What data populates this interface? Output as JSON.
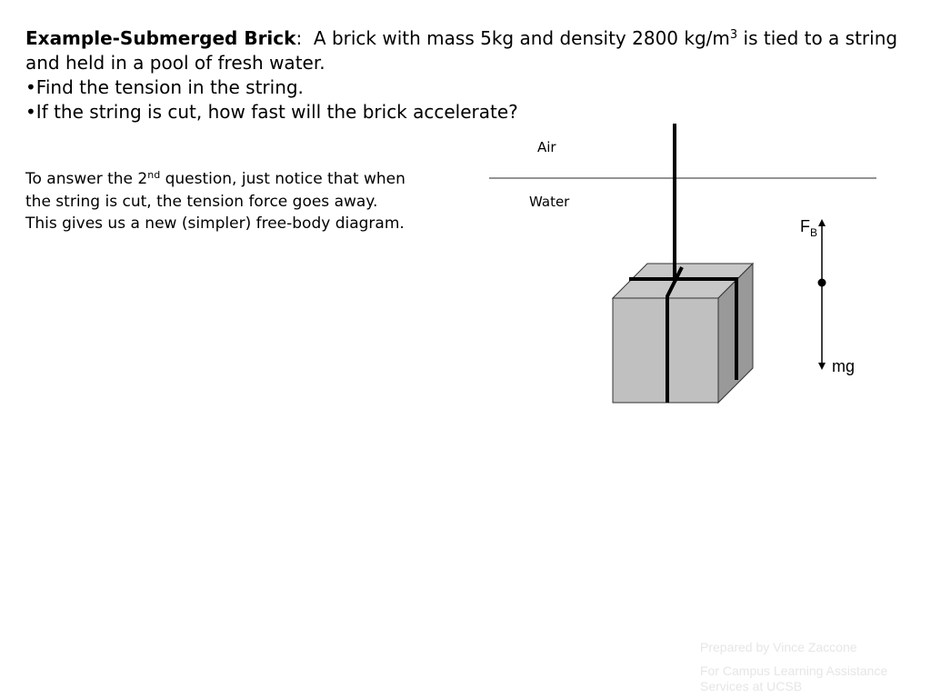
{
  "problem": {
    "title": "Example-Submerged Brick",
    "title_colon": ":",
    "intro_before_sup": "A brick with mass 5kg and density 2800 kg/m",
    "intro_sup": "3",
    "intro_after_sup": " is tied to a string and held in a pool of fresh water.",
    "bullets": [
      "•Find the tension in the string.",
      "•If the string is cut, how fast will the brick accelerate?"
    ]
  },
  "explanation": {
    "before_sup": "To answer the 2",
    "sup": "nd",
    "line1_after_sup": " question, just notice that when",
    "line2": "the string is cut, the tension force goes away.",
    "line3": "This gives us a new (simpler) free-body diagram."
  },
  "diagram": {
    "air_label": "Air",
    "water_label": "Water",
    "buoyant_force_label": "F",
    "buoyant_force_subscript": "B",
    "weight_label": "mg"
  },
  "footer": {
    "prepared_by": "Prepared by Vince Zaccone",
    "affiliation": "For Campus Learning Assistance Services at UCSB"
  },
  "colors": {
    "brick_front": "#c0c0c0",
    "brick_top": "#c8c8c8",
    "brick_side": "#999999",
    "footer_text": "#e6e6e6"
  }
}
